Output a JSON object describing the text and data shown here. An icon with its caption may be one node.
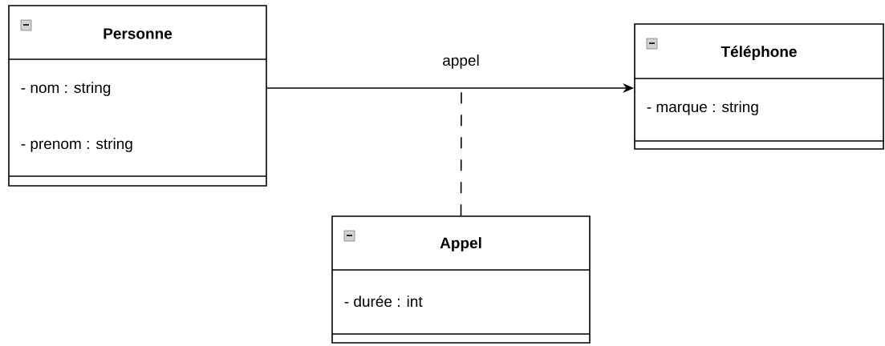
{
  "diagram": {
    "nodes": [
      {
        "text": [
          "Personne",
          "- nom : string",
          "- prenom : string"
        ]
      },
      {
        "text": [
          "Téléphone",
          "- marque : string"
        ]
      },
      {
        "text": [
          "Appel",
          "- durée : int"
        ]
      }
    ],
    "edges": [
      {
        "from": 0,
        "to": 1,
        "arrow": "to",
        "label": "appel"
      },
      {
        "from": 2,
        "to": null,
        "arrow": "none",
        "style": "dashed"
      }
    ]
  }
}
